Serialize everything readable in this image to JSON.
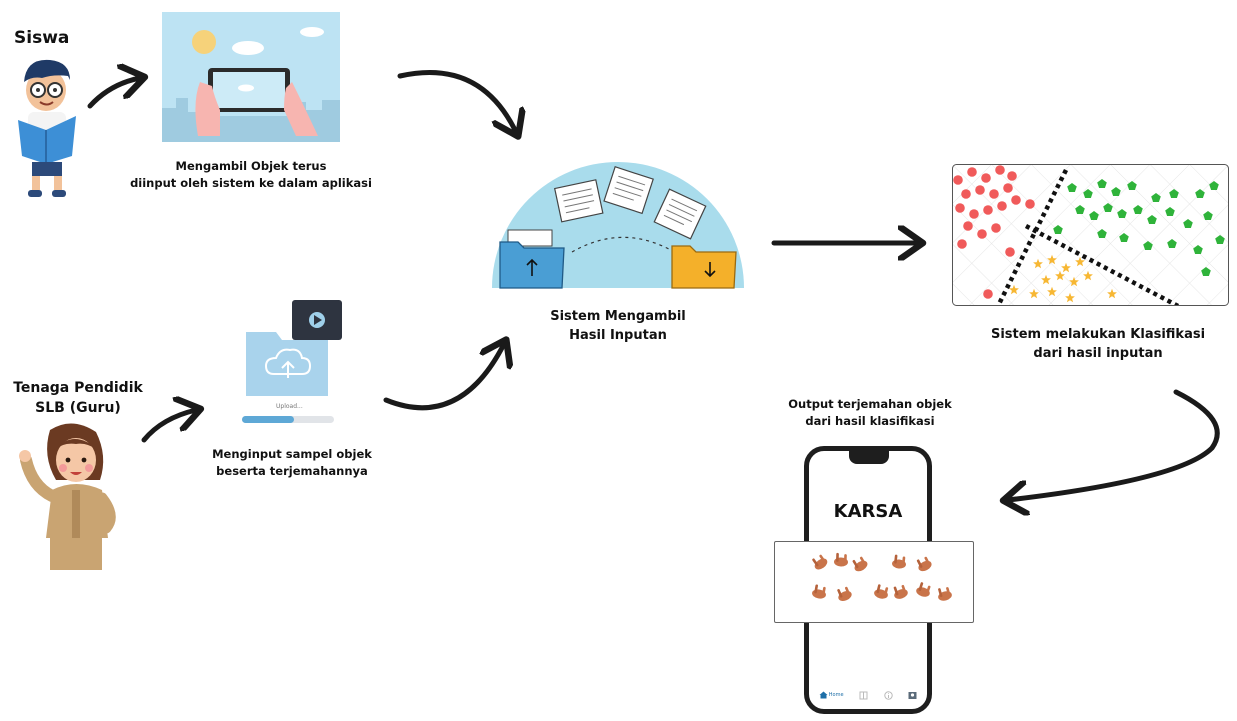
{
  "actors": {
    "siswa_label": "Siswa",
    "guru_label_line1": "Tenaga Pendidik",
    "guru_label_line2": "SLB (Guru)"
  },
  "steps": {
    "capture_line1": "Mengambil Objek terus",
    "capture_line2": "diinput oleh sistem ke dalam aplikasi",
    "upload_line1": "Menginput sampel objek",
    "upload_line2": "beserta terjemahannya",
    "upload_progress_text": "Upload...",
    "system_line1": "Sistem Mengambil",
    "system_line2": "Hasil Inputan",
    "classify_line1": "Sistem melakukan Klasifikasi",
    "classify_line2": "dari hasil inputan",
    "output_line1": "Output terjemahan objek",
    "output_line2": "dari hasil klasifikasi"
  },
  "phone": {
    "app_title": "KARSA",
    "nav_home": "Home"
  },
  "colors": {
    "sky": "#bde3f3",
    "folder_blue": "#4a9ed4",
    "folder_yellow": "#f4b02a",
    "dome": "#a9dcec",
    "red_class": "#f05a5a",
    "green_class": "#2fb33a",
    "star_class": "#f7b733",
    "hand_skin": "#c9744a"
  }
}
